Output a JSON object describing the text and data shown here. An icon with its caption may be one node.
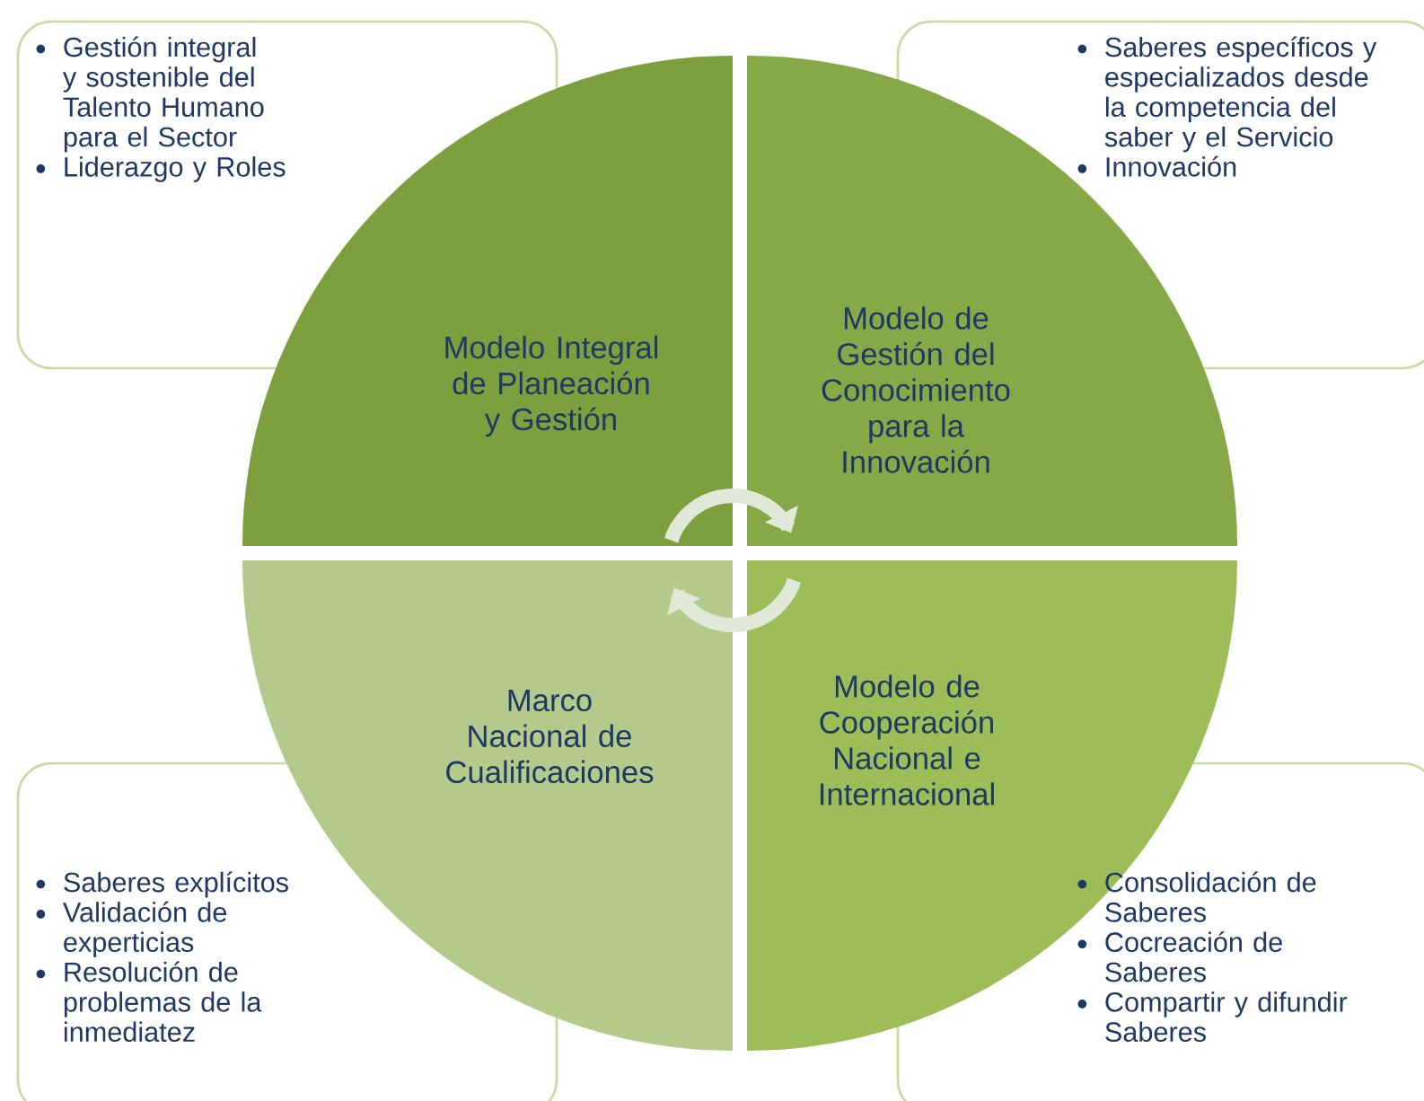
{
  "diagram": {
    "nodes": [
      {
        "text": [
          "Modelo Integral de Planeación y Gestión"
        ]
      },
      {
        "text": [
          "Modelo de Gestión del Conocimiento para la Innovación"
        ]
      },
      {
        "text": [
          "Marco Nacional de Cualificaciones"
        ]
      },
      {
        "text": [
          "Modelo de Cooperación Nacional e Internacional"
        ]
      },
      {
        "text": [
          "Gestión integral y sostenible del Talento Humano para el Sector",
          "Liderazgo y Roles"
        ]
      },
      {
        "text": [
          "Saberes específicos y especializados desde la competencia del saber y el Servicio",
          "Innovación"
        ]
      },
      {
        "text": [
          "Saberes explícitos",
          "Validación de experticias",
          "Resolución de problemas de la inmediatez"
        ]
      },
      {
        "text": [
          "Consolidación de Saberes",
          "Cocreación de Saberes",
          "Compartir y difundir Saberes"
        ]
      }
    ]
  }
}
